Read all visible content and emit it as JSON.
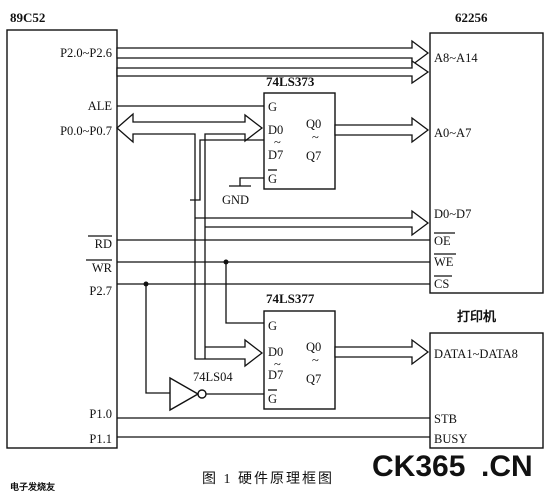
{
  "figure": {
    "caption": "图 1  硬件原理框图"
  },
  "chips": {
    "mcu": {
      "name": "89C52",
      "pins": {
        "p2": "P2.0~P2.6",
        "ale": "ALE",
        "p0": "P0.0~P0.7",
        "rd": "RD",
        "wr": "WR",
        "p27": "P2.7",
        "p10": "P1.0",
        "p11": "P1.1"
      }
    },
    "ram": {
      "name": "62256",
      "pins": {
        "addr_hi": "A8~A14",
        "addr_lo": "A0~A7",
        "data": "D0~D7",
        "oe": "OE",
        "we": "WE",
        "cs": "CS"
      }
    },
    "latch": {
      "name": "74LS373",
      "pins": {
        "g": "G",
        "d0": "D0",
        "d7": "D7",
        "q0": "Q0",
        "q7": "Q7",
        "gbar": "G"
      }
    },
    "gnd": "GND",
    "ff": {
      "name": "74LS377",
      "pins": {
        "g": "G",
        "d0": "D0",
        "d7": "D7",
        "q0": "Q0",
        "q7": "Q7",
        "gbar": "G"
      }
    },
    "inverter": {
      "name": "74LS04"
    },
    "printer": {
      "name": "打印机",
      "pins": {
        "data": "DATA1~DATA8",
        "stb": "STB",
        "busy": "BUSY"
      }
    }
  },
  "watermark": {
    "main": "CK365",
    "suffix": ".CN",
    "small": "电子发烧友",
    "colors": {
      "ck": "#6a7f96",
      "num": "#8aa0b6",
      "cn": "#e2231a"
    }
  }
}
